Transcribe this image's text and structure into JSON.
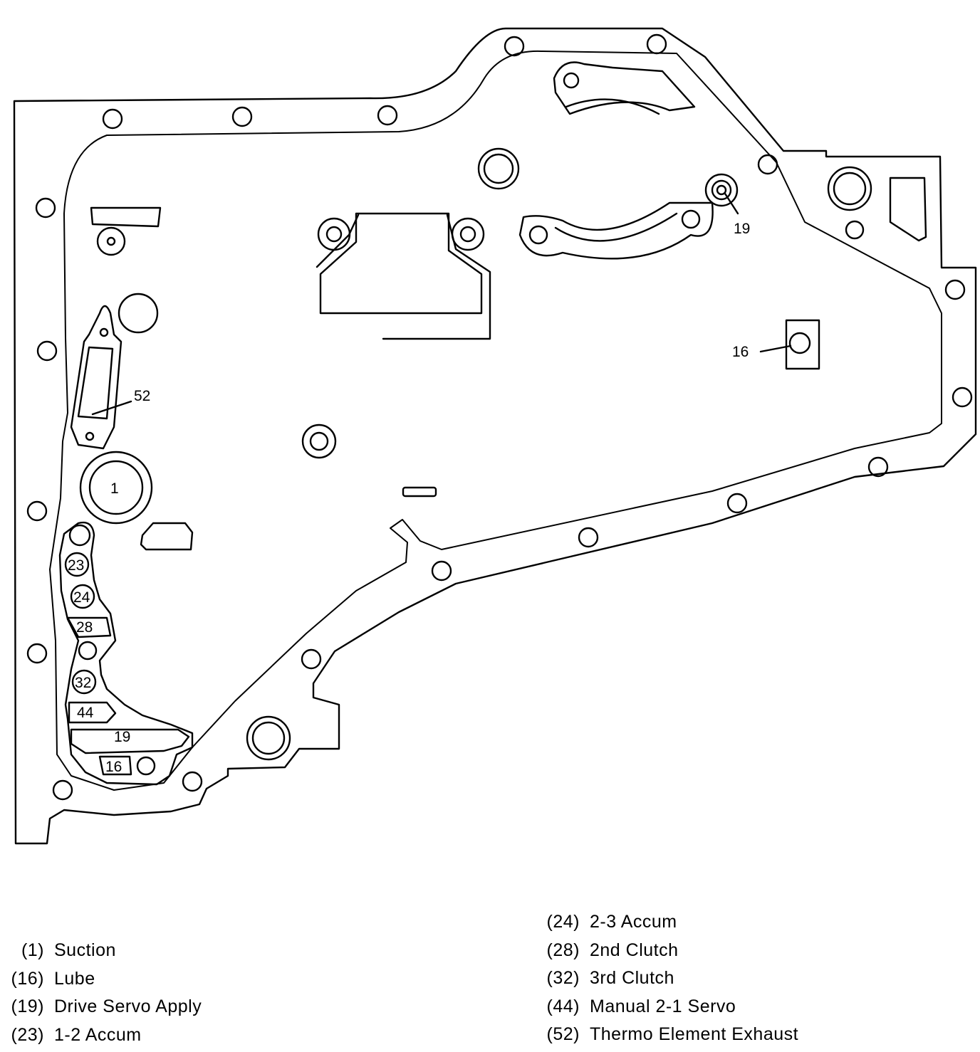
{
  "callouts": {
    "c1": "1",
    "c16_body": "16",
    "c16_pocket": "16",
    "c19_body": "19",
    "c19_pocket": "19",
    "c23": "23",
    "c24": "24",
    "c28": "28",
    "c32": "32",
    "c44": "44",
    "c52": "52"
  },
  "legend": {
    "left": [
      {
        "code": "(1)",
        "label": "Suction"
      },
      {
        "code": "(16)",
        "label": "Lube"
      },
      {
        "code": "(19)",
        "label": "Drive Servo Apply"
      },
      {
        "code": "(23)",
        "label": "1-2 Accum"
      }
    ],
    "right": [
      {
        "code": "(24)",
        "label": "2-3 Accum"
      },
      {
        "code": "(28)",
        "label": "2nd Clutch"
      },
      {
        "code": "(32)",
        "label": "3rd Clutch"
      },
      {
        "code": "(44)",
        "label": "Manual 2-1 Servo"
      },
      {
        "code": "(52)",
        "label": "Thermo Element Exhaust"
      }
    ]
  }
}
